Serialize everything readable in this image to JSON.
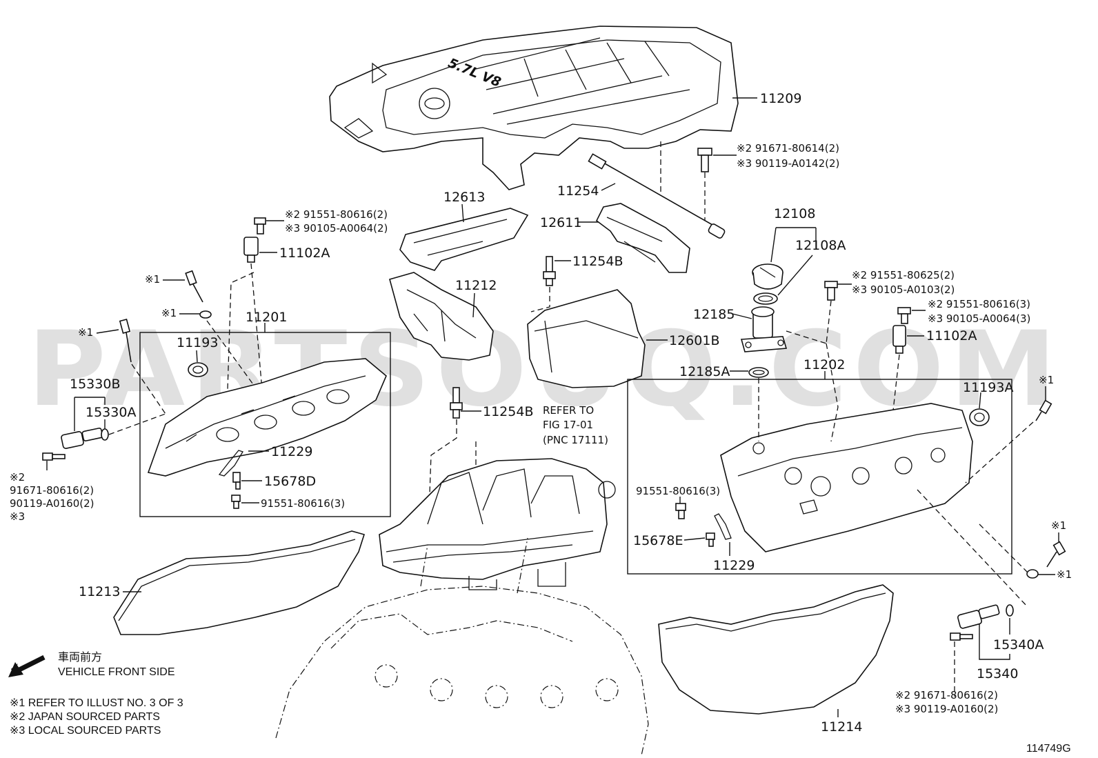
{
  "watermark": "PARTSOUQ.COM",
  "figure_code": "114749G",
  "front_side": {
    "jp": "車両前方",
    "en": "VEHICLE FRONT SIDE"
  },
  "notes": [
    "※1 REFER TO ILLUST NO. 3 OF 3",
    "※2 JAPAN SOURCED PARTS",
    "※3 LOCAL SOURCED PARTS"
  ],
  "refer": [
    "REFER TO",
    "FIG 17-01",
    "(PNC 17111)"
  ],
  "engine_cover_badge": "5.7L V8",
  "callouts": {
    "p11209": "11209",
    "p11254": "11254",
    "p12613": "12613",
    "p12611": "12611",
    "p12108": "12108",
    "p12108A": "12108A",
    "p11102A_l": "11102A",
    "p11102A_r": "11102A",
    "p11254B_t": "11254B",
    "p11254B_m": "11254B",
    "p11212": "11212",
    "p11201": "11201",
    "p11193": "11193",
    "p12185": "12185",
    "p12601B": "12601B",
    "p12185A": "12185A",
    "p11202": "11202",
    "p11193A": "11193A",
    "p15330B": "15330B",
    "p15330A": "15330A",
    "p11229_l": "11229",
    "p11229_r": "11229",
    "p15678D": "15678D",
    "p15678E": "15678E",
    "p91551_3_l": "91551-80616(3)",
    "p91551_3_r": "91551-80616(3)",
    "p11213": "11213",
    "p11214": "11214",
    "p15340A": "15340A",
    "p15340": "15340",
    "mark1": "※1"
  },
  "bolt_specs": {
    "top_right": [
      "※2 91671-80614(2)",
      "※3 90119-A0142(2)"
    ],
    "mid_left": [
      "※2 91551-80616(2)",
      "※3 90105-A0064(2)"
    ],
    "right_a": [
      "※2  91551-80625(2)",
      "※3  90105-A0103(2)"
    ],
    "right_b": [
      "※2 91551-80616(3)",
      "※3 90105-A0064(3)"
    ],
    "left_bottom": [
      "※2",
      "91671-80616(2)",
      "90119-A0160(2)",
      "※3"
    ],
    "bottom_right": [
      "※2 91671-80616(2)",
      "※3 90119-A0160(2)"
    ]
  }
}
